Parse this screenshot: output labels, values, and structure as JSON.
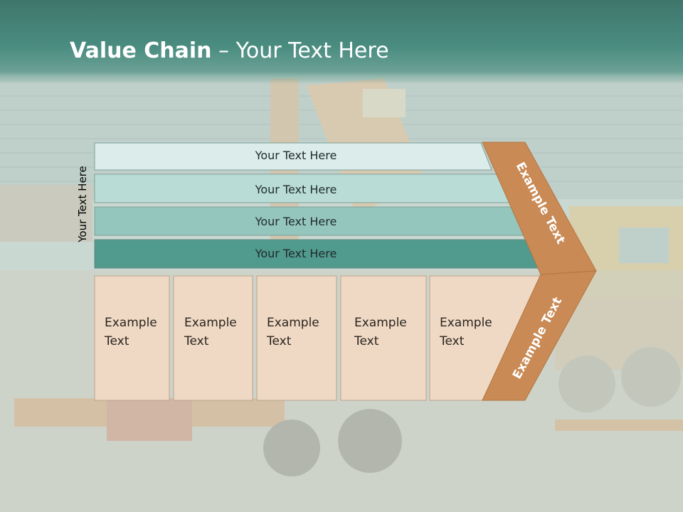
{
  "slide": {
    "title_bold": "Value Chain",
    "title_rest": " – Your Text Here",
    "side_label": "Your Text Here"
  },
  "bars": [
    {
      "label": "Your Text Here",
      "color": "#dbecea"
    },
    {
      "label": "Your Text Here",
      "color": "#b9dcd6"
    },
    {
      "label": "Your Text Here",
      "color": "#95c6bd"
    },
    {
      "label": "Your Text Here",
      "color": "#519a8e"
    }
  ],
  "boxes": [
    {
      "line1": "Example",
      "line2": "Text"
    },
    {
      "line1": "Example",
      "line2": "Text"
    },
    {
      "line1": "Example",
      "line2": "Text"
    },
    {
      "line1": "Example",
      "line2": "Text"
    },
    {
      "line1": "Example",
      "line2": "Text"
    }
  ],
  "chevron": {
    "top_label": "Example Text",
    "bottom_label": "Example Text",
    "color": "#c98a55"
  },
  "colors": {
    "header": "#3f766c",
    "box_fill": "#efd9c4"
  }
}
